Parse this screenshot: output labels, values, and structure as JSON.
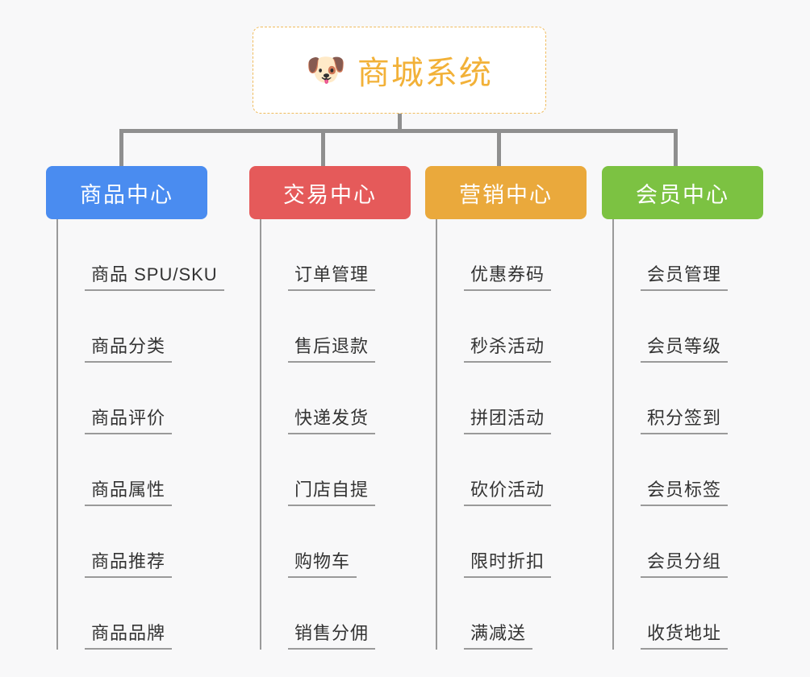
{
  "canvas": {
    "background_color": "#f8f8f9",
    "connector_color": "#8f8f8f"
  },
  "root": {
    "icon": "shiba-dog-face-emoji",
    "emoji": "🐶",
    "title": "商城系统",
    "text_color": "#f2b138",
    "border_color": "#f0bc5e",
    "background_color": "#ffffff"
  },
  "columns": [
    {
      "id": "product-center",
      "title": "商品中心",
      "color": "#4a8cf0",
      "items": [
        "商品 SPU/SKU",
        "商品分类",
        "商品评价",
        "商品属性",
        "商品推荐",
        "商品品牌"
      ]
    },
    {
      "id": "trade-center",
      "title": "交易中心",
      "color": "#e55a5a",
      "items": [
        "订单管理",
        "售后退款",
        "快递发货",
        "门店自提",
        "购物车",
        "销售分佣"
      ]
    },
    {
      "id": "marketing-center",
      "title": "营销中心",
      "color": "#eaa93c",
      "items": [
        "优惠券码",
        "秒杀活动",
        "拼团活动",
        "砍价活动",
        "限时折扣",
        "满减送"
      ]
    },
    {
      "id": "member-center",
      "title": "会员中心",
      "color": "#7cc242",
      "items": [
        "会员管理",
        "会员等级",
        "积分签到",
        "会员标签",
        "会员分组",
        "收货地址"
      ]
    }
  ]
}
